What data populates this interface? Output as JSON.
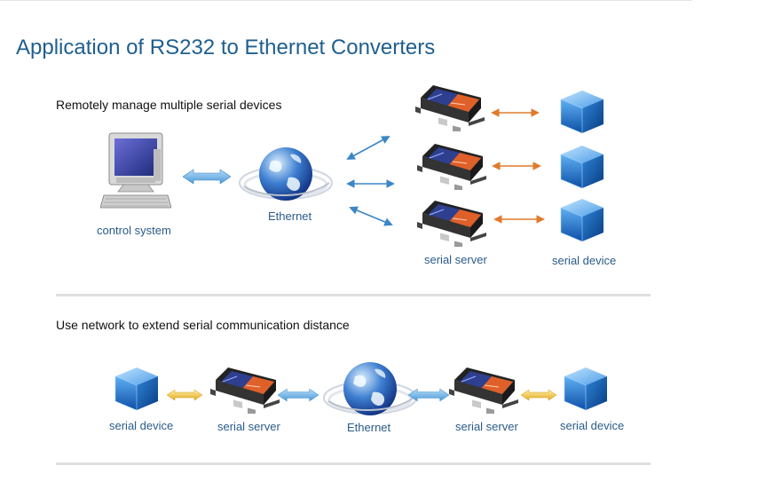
{
  "title": "Application of RS232 to Ethernet Converters",
  "section1": {
    "subtitle": "Remotely manage multiple serial devices",
    "labels": {
      "control_system": "control system",
      "ethernet": "Ethernet",
      "serial_server": "serial server",
      "serial_device": "serial device"
    }
  },
  "section2": {
    "subtitle": "Use network to extend serial communication distance",
    "labels": {
      "serial_device_left": "serial device",
      "serial_server_left": "serial server",
      "ethernet": "Ethernet",
      "serial_server_right": "serial server",
      "serial_device_right": "serial device"
    }
  },
  "colors": {
    "title": "#1f5f8f",
    "label": "#2a5b8a",
    "ethernet_arrow": "#3a86c8",
    "serial_arrow": "#e07a2c",
    "rs232_link": "#e8b62a",
    "cube": "#1565c0",
    "server_blue": "#2e3f8f",
    "server_orange": "#e0602a"
  },
  "icons": [
    "computer-icon",
    "globe-icon",
    "serial-server-icon",
    "cube-icon",
    "double-arrow-icon"
  ]
}
